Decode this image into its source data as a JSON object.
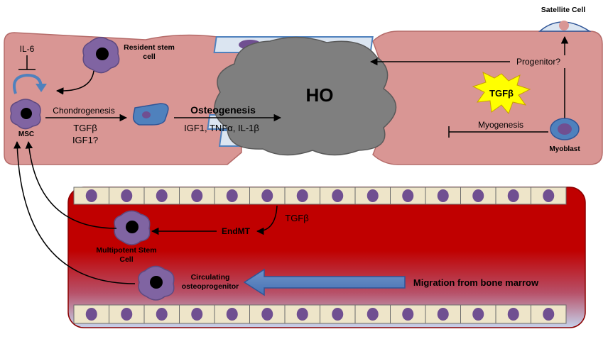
{
  "labels": {
    "il6": "IL-6",
    "resident_stem_cell": [
      "Resident stem",
      "cell"
    ],
    "msc": "MSC",
    "chondrogenesis": "Chondrogenesis",
    "chondro_factor_1": "TGFβ",
    "chondro_factor_2": "IGF1?",
    "osteogenesis": "Osteogenesis",
    "osteo_factors": "IGF1, TNFα, IL-1β",
    "ho": "HO",
    "satellite_cell": "Satellite Cell",
    "progenitor": "Progenitor?",
    "tgfb_burst": "TGFβ",
    "myogenesis": "Myogenesis",
    "myoblast": "Myoblast",
    "endmt_factor": "TGFβ",
    "endmt": "EndMT",
    "multipotent_stem_cell": [
      "Multipotent Stem",
      "Cell"
    ],
    "circulating_osteoprogenitor": [
      "Circulating",
      "osteoprogenitor"
    ],
    "migration": "Migration from bone marrow"
  },
  "colors": {
    "muscle_fill": "#d99694",
    "muscle_stroke": "#b56b69",
    "vessel_red": "#c00000",
    "vessel_light": "#c6d3ec",
    "endothelial_fill": "#eee5c9",
    "nucleus_purple": "#704f91",
    "stem_cell_fill": "#8064a2",
    "blue_cell_fill": "#4f81bd",
    "blue_cell_light": "#dbe5f1",
    "burst_yellow": "#ffff00",
    "ho_gray": "#7f7f7f"
  },
  "icons": {
    "il6_loop": "curved-arrow-icon",
    "inhibition": "t-bar-inhibition-icon"
  }
}
